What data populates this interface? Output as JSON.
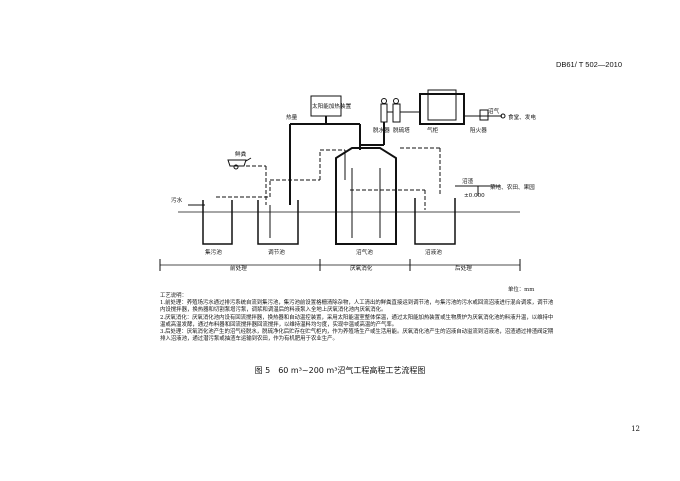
{
  "header": {
    "std_code": "DB61/ T 502—2010"
  },
  "diagram": {
    "solar_device": "太阳能加热装置",
    "heat_exchange": "热量",
    "desulfurizer": "脱硫塔",
    "dehydrator": "脱水器",
    "gas_holder": "气柜",
    "flame_arrestor": "阻火器",
    "biogas": "沼气",
    "biogas_use": "食堂、发电",
    "manure": "鲜粪",
    "sewage": "污水",
    "collection_tank": "集污池",
    "regulating_tank": "调节池",
    "digester": "沼气池",
    "effluent_tank": "沼液池",
    "slurry": "沼渣",
    "elevation": "±0.000",
    "fields": "菜地、农田、果园",
    "stage_pre": "前处理",
    "stage_anaerobic": "厌氧消化",
    "stage_post": "后处理"
  },
  "unit_note": "单位：mm",
  "description": {
    "title": "工艺说明：",
    "p1": "1.前处理：养殖场污水通过排污系统自流到集污池，集污池前设置格栅清除杂物，人工清出的鲜粪直接运到调节池，与集污池的污水或回流沼液进行混合调浆，调节池内设搅拌器，换热器和切割泵增污泵，调浆和调温后的料液泵入全地上厌氧消化池内厌氧消化。",
    "p2": "2.厌氧消化：厌氧消化池内设有回流搅拌器，换热器和自动温控装置，采用太阳能温室整体保温，通过太阳能加热装置或生物质炉为厌氧消化池的料液升温，以维持中温或高温发酵，通过布料器和回流搅拌器回流搅拌，以维持温料均匀度，实现中温或高温的产气率。",
    "p3": "3.后处理：厌氧消化池产生的沼气经脱水，脱硫净化后贮存在贮气柜内，作为养殖场生产或生活用能。厌氧消化池产生的沼液自动溢流到沼液池，沼渣通过排渣阀定期排入沼液池，通过潜污泵或抽渣车运输到农田，作为有机肥用于农业生产。"
  },
  "caption": "图 5　60 m³~200 m³沼气工程高程工艺流程图",
  "page_number": "12"
}
